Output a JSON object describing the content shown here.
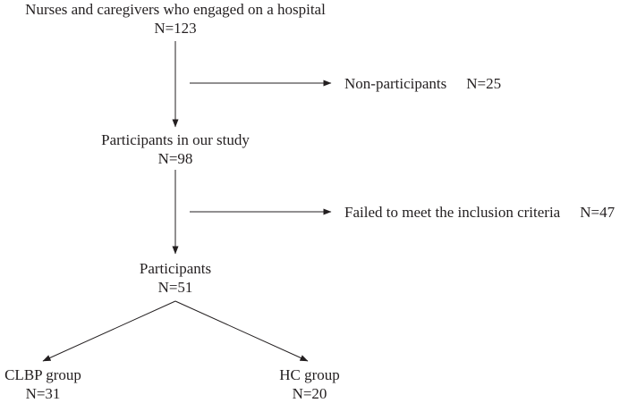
{
  "flowchart": {
    "main_steps": [
      {
        "label": "Nurses and caregivers who engaged on a hospital",
        "count": "N=123"
      },
      {
        "label": "Participants in our study",
        "count": "N=98"
      },
      {
        "label": "Participants",
        "count": "N=51"
      }
    ],
    "exclusions": [
      {
        "label": "Non-participants",
        "count": "N=25"
      },
      {
        "label": "Failed to meet the inclusion criteria",
        "count": "N=47"
      }
    ],
    "groups": [
      {
        "label": "CLBP group",
        "count": "N=31"
      },
      {
        "label": "HC group",
        "count": "N=20"
      }
    ]
  }
}
